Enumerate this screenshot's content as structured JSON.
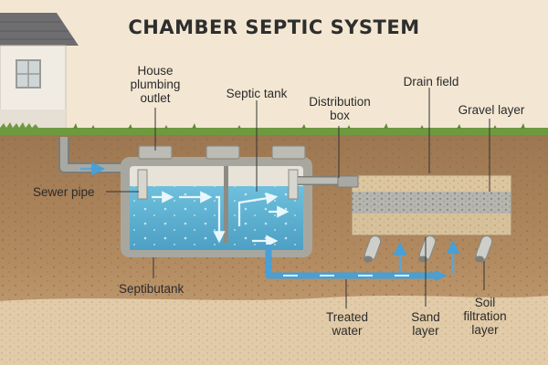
{
  "title": "CHAMBER SEPTIC SYSTEM",
  "labels": {
    "house_outlet": [
      "House",
      "plumbing",
      "outlet"
    ],
    "septic_tank": "Septic tank",
    "distribution_box": [
      "Distribution",
      "box"
    ],
    "drain_field": "Drain field",
    "gravel_layer": "Gravel layer",
    "sewer_pipe": "Sewer pipe",
    "septibutank": "Septibutank",
    "treated_water": [
      "Treated",
      "water"
    ],
    "sand_layer": [
      "Sand",
      "layer"
    ],
    "soil_filtration": [
      "Soil",
      "filtration",
      "layer"
    ]
  },
  "colors": {
    "sky": "#f3e7d3",
    "grass": "#6e9a3f",
    "soil_top": "#a47c55",
    "soil_mid": "#b58d63",
    "soil_bottom": "#d8bf9b",
    "water": "#5fb0cf",
    "concrete": "#bdbcb4",
    "pipe": "#a9a9a4",
    "flow_arrow": "#5aa6d6"
  }
}
